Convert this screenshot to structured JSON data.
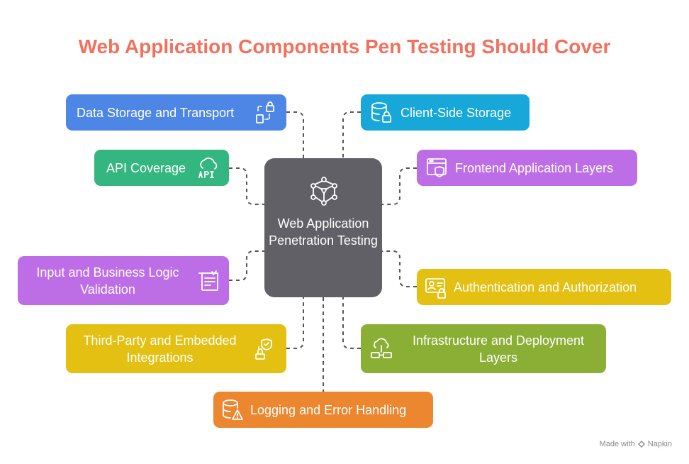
{
  "title": "Web Application Components Pen Testing Should Cover",
  "center": {
    "label": "Web Application Penetration Testing",
    "color": "#616066",
    "icon": "network-nodes-icon"
  },
  "components": [
    {
      "id": "data-storage",
      "label": "Data Storage and Transport",
      "color": "#4e86e6",
      "icon": "lock-transfer-icon"
    },
    {
      "id": "client-side-storage",
      "label": "Client-Side Storage",
      "color": "#17a7d9",
      "icon": "database-lock-icon"
    },
    {
      "id": "api-coverage",
      "label": "API Coverage",
      "color": "#34b680",
      "icon": "cloud-api-icon"
    },
    {
      "id": "frontend-layers",
      "label": "Frontend Application Layers",
      "color": "#bd6ee6",
      "icon": "browser-shield-icon"
    },
    {
      "id": "input-validation",
      "label": "Input and Business Logic Validation",
      "color": "#bd6ee6",
      "icon": "document-check-icon"
    },
    {
      "id": "auth",
      "label": "Authentication and Authorization",
      "color": "#e3c012",
      "icon": "id-card-lock-icon"
    },
    {
      "id": "third-party",
      "label": "Third-Party and Embedded Integrations",
      "color": "#e3c012",
      "icon": "plug-shield-icon"
    },
    {
      "id": "infrastructure",
      "label": "Infrastructure and Deployment Layers",
      "color": "#8bae35",
      "icon": "cloud-server-icon"
    },
    {
      "id": "logging",
      "label": "Logging and Error Handling",
      "color": "#ec8730",
      "icon": "database-warning-icon"
    }
  ],
  "footer": {
    "made_with": "Made with",
    "brand": "Napkin"
  }
}
